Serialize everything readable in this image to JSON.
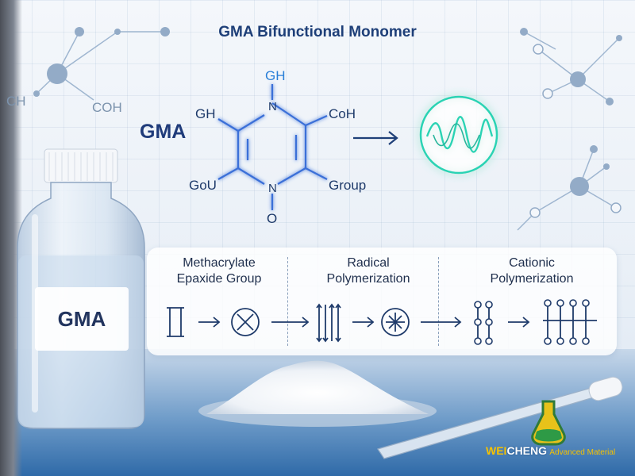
{
  "title": "GMA Bifunctional Monomer",
  "molecule": {
    "name": "GMA",
    "top_label": "GH",
    "top_atom": "N",
    "bottom_atom": "N",
    "bottom_label": "O",
    "left_upper": "GH",
    "right_upper": "CoH",
    "left_lower": "GoU",
    "right_lower": "Group"
  },
  "background_labels": {
    "left_ch": "CH",
    "left_coh": "COH"
  },
  "bottle": {
    "label": "GMA"
  },
  "process": {
    "sections": [
      {
        "line1": "Methacrylate",
        "line2": "Epaxide Group"
      },
      {
        "line1": "Radical",
        "line2": "Polymerization"
      },
      {
        "line1": "Cationic",
        "line2": "Polymerization"
      }
    ]
  },
  "logo": {
    "part1": "WEI",
    "part2": "CHENG",
    "part3": "Advanced Material"
  },
  "icons": [
    "flask-icon",
    "wave-icon",
    "arrow-icon",
    "circle-x-icon",
    "crosshair-icon"
  ],
  "colors": {
    "accent": "#1e3f78",
    "glow": "#2bd3b4",
    "bond": "#3a6fd8"
  }
}
